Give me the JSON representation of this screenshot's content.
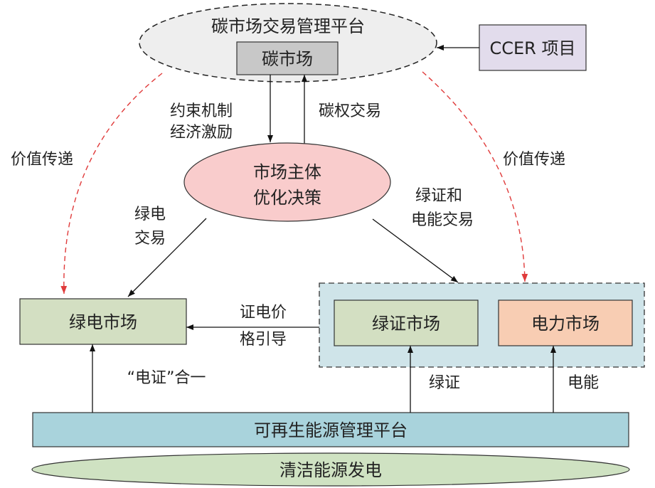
{
  "platform": {
    "title": "碳市场交易管理平台",
    "carbon_market": "碳市场"
  },
  "ccer": "CCER 项目",
  "edges": {
    "constraint_line1": "约束机制",
    "constraint_line2": "经济激励",
    "carbon_trade": "碳权交易",
    "value_transfer_left": "价值传递",
    "value_transfer_right": "价值传递",
    "green_power_trade_line1": "绿电",
    "green_power_trade_line2": "交易",
    "green_cert_trade_line1": "绿证和",
    "green_cert_trade_line2": "电能交易",
    "price_guide_line1": "证电价",
    "price_guide_line2": "格引导",
    "cert_power_unity": "“电证”合一",
    "green_cert": "绿证",
    "electric_energy": "电能"
  },
  "market_entity": {
    "line1": "市场主体",
    "line2": "优化决策"
  },
  "markets": {
    "green_power": "绿电市场",
    "green_cert": "绿证市场",
    "power": "电力市场"
  },
  "renewable_platform": "可再生能源管理平台",
  "clean_generation": "清洁能源发电",
  "colors": {
    "platform_ellipse": "#eeeeee",
    "carbon_box": "#c8c8c8",
    "ccer_box": "#e2dcec",
    "entity_ellipse": "#f9cccc",
    "green_box": "#d3dfc2",
    "power_box": "#f8cdb3",
    "group_bg": "#cfe4e9",
    "renewable_bar": "#a9d3dc",
    "clean_ellipse": "#cfe2c2",
    "red_dashed": "#e03b3b"
  }
}
